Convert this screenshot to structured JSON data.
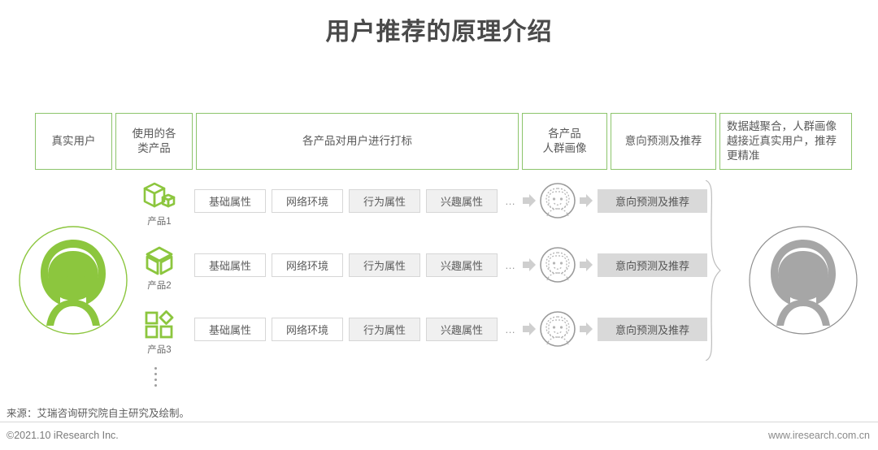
{
  "title": "用户推荐的原理介绍",
  "header": {
    "boxes": [
      {
        "label": "真实用户"
      },
      {
        "label": "使用的各\n类产品"
      },
      {
        "label": "各产品对用户进行打标"
      },
      {
        "label": "各产品\n人群画像"
      },
      {
        "label": "意向预测及推荐"
      },
      {
        "label": "数据越聚合，人群画像越接近真实用户，推荐更精准"
      }
    ]
  },
  "left_avatar": {
    "name": "real-user-avatar",
    "color": "#8cc63e"
  },
  "right_avatar": {
    "name": "aggregated-user-avatar",
    "color": "#a6a6a6"
  },
  "rows": [
    {
      "product_label": "产品1",
      "product_icon": "boxes-icon",
      "tags": [
        "基础属性",
        "网络环境",
        "行为属性",
        "兴趣属性"
      ],
      "ellipsis": "…",
      "persona_icon": "dashed-person-icon",
      "intent_label": "意向预测及推荐"
    },
    {
      "product_label": "产品2",
      "product_icon": "cube-icon",
      "tags": [
        "基础属性",
        "网络环境",
        "行为属性",
        "兴趣属性"
      ],
      "ellipsis": "…",
      "persona_icon": "dashed-person-icon",
      "intent_label": "意向预测及推荐"
    },
    {
      "product_label": "产品3",
      "product_icon": "grid-shapes-icon",
      "tags": [
        "基础属性",
        "网络环境",
        "行为属性",
        "兴趣属性"
      ],
      "ellipsis": "…",
      "persona_icon": "dashed-person-icon",
      "intent_label": "意向预测及推荐"
    }
  ],
  "footer": {
    "source": "来源：艾瑞咨询研究院自主研究及绘制。",
    "copyright": "©2021.10 iResearch Inc.",
    "website": "www.iresearch.com.cn"
  },
  "colors": {
    "green": "#8cc63e",
    "green_border": "#8cc46b",
    "gray_fill": "#d9d9d9",
    "tag_border": "#d6d6d6"
  }
}
